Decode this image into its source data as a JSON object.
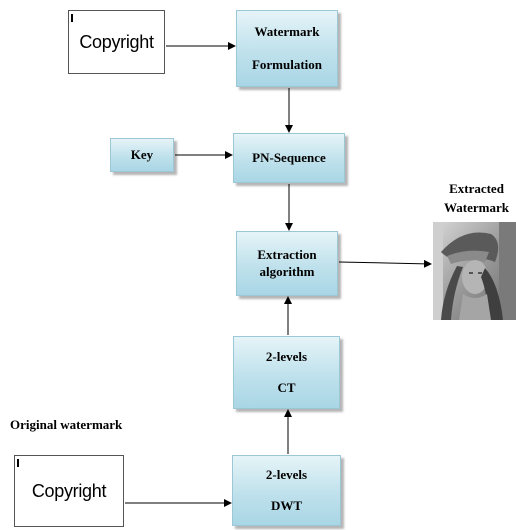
{
  "copyright_top": "Copyright",
  "copyright_bottom": "Copyright",
  "boxes": {
    "watermark_formulation": [
      "Watermark",
      "Formulation"
    ],
    "key": "Key",
    "pn_sequence": "PN-Sequence",
    "extraction": [
      "Extraction",
      "algorithm"
    ],
    "ct": [
      "2-levels",
      "CT"
    ],
    "dwt": [
      "2-levels",
      "DWT"
    ]
  },
  "labels": {
    "extracted_watermark": [
      "Extracted",
      "Watermark"
    ],
    "original_watermark": "Original watermark"
  },
  "colors": {
    "box_fill": "#bfe1ec",
    "box_border": "#9cc7d6",
    "arrow": "#000000"
  }
}
